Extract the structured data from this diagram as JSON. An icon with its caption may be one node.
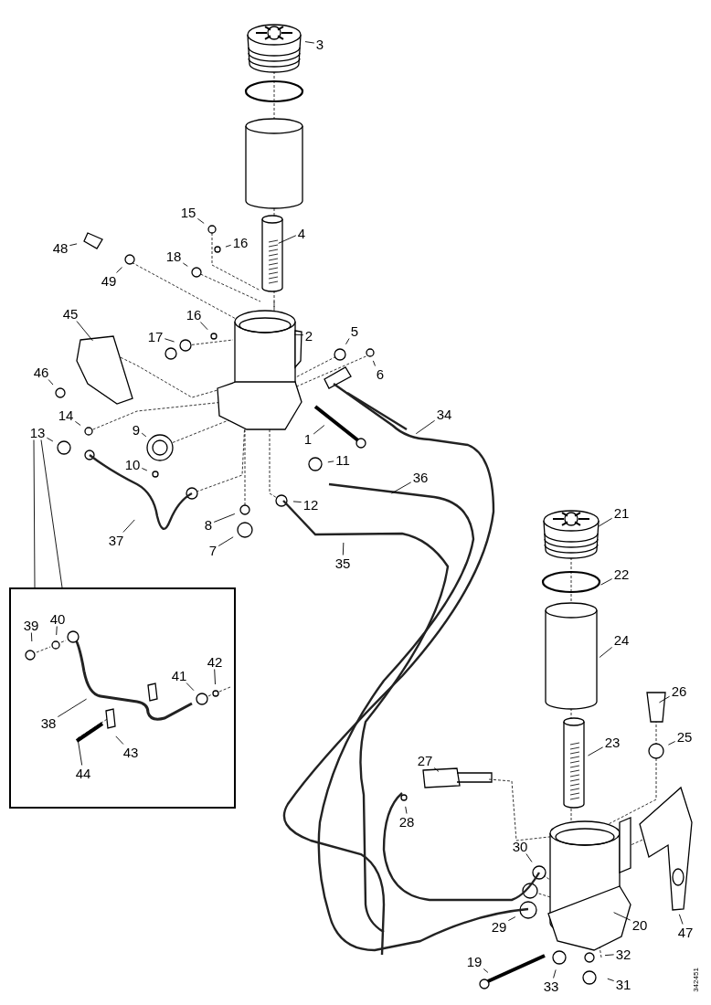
{
  "diagram": {
    "nodes": [
      {
        "text": [
          "3"
        ]
      },
      {
        "text": [
          "4"
        ]
      },
      {
        "text": [
          "15"
        ]
      },
      {
        "text": [
          "16"
        ]
      },
      {
        "text": [
          "48"
        ]
      },
      {
        "text": [
          "18"
        ]
      },
      {
        "text": [
          "49"
        ]
      },
      {
        "text": [
          "45"
        ]
      },
      {
        "text": [
          "16"
        ]
      },
      {
        "text": [
          "17"
        ]
      },
      {
        "text": [
          "2"
        ]
      },
      {
        "text": [
          "5"
        ]
      },
      {
        "text": [
          "6"
        ]
      },
      {
        "text": [
          "46"
        ]
      },
      {
        "text": [
          "14"
        ]
      },
      {
        "text": [
          "13"
        ]
      },
      {
        "text": [
          "9"
        ]
      },
      {
        "text": [
          "1"
        ]
      },
      {
        "text": [
          "10"
        ]
      },
      {
        "text": [
          "11"
        ]
      },
      {
        "text": [
          "34"
        ]
      },
      {
        "text": [
          "12"
        ]
      },
      {
        "text": [
          "36"
        ]
      },
      {
        "text": [
          "8"
        ]
      },
      {
        "text": [
          "37"
        ]
      },
      {
        "text": [
          "7"
        ]
      },
      {
        "text": [
          "35"
        ]
      },
      {
        "text": [
          "21"
        ]
      },
      {
        "text": [
          "22"
        ]
      },
      {
        "text": [],
        "shape": "box"
      },
      {
        "text": [
          "39"
        ],
        "in": 29
      },
      {
        "text": [
          "40"
        ],
        "in": 29
      },
      {
        "text": [
          "24"
        ]
      },
      {
        "text": [
          "42"
        ],
        "in": 29
      },
      {
        "text": [
          "41"
        ],
        "in": 29
      },
      {
        "text": [
          "38"
        ],
        "in": 29
      },
      {
        "text": [
          "43"
        ],
        "in": 29
      },
      {
        "text": [
          "44"
        ],
        "in": 29
      },
      {
        "text": [
          "26"
        ]
      },
      {
        "text": [
          "25"
        ]
      },
      {
        "text": [
          "23"
        ]
      },
      {
        "text": [
          "27"
        ]
      },
      {
        "text": [
          "28"
        ]
      },
      {
        "text": [
          "30"
        ]
      },
      {
        "text": [
          "29"
        ]
      },
      {
        "text": [
          "20"
        ]
      },
      {
        "text": [
          "47"
        ]
      },
      {
        "text": [
          "19"
        ]
      },
      {
        "text": [
          "33"
        ]
      },
      {
        "text": [
          "32"
        ]
      },
      {
        "text": [
          "31"
        ]
      }
    ],
    "edges": [
      {
        "from": 0,
        "to": null,
        "arrow": "none"
      },
      {
        "from": 1,
        "to": null,
        "arrow": "none"
      },
      {
        "from": 2,
        "to": null,
        "arrow": "none"
      },
      {
        "from": 3,
        "to": null,
        "arrow": "none"
      },
      {
        "from": 4,
        "to": null,
        "arrow": "none"
      },
      {
        "from": 5,
        "to": null,
        "arrow": "none"
      },
      {
        "from": 6,
        "to": null,
        "arrow": "none"
      },
      {
        "from": 7,
        "to": null,
        "arrow": "none"
      },
      {
        "from": 8,
        "to": null,
        "arrow": "none"
      },
      {
        "from": 9,
        "to": null,
        "arrow": "none"
      },
      {
        "from": 10,
        "to": null,
        "arrow": "none"
      },
      {
        "from": 11,
        "to": null,
        "arrow": "none"
      },
      {
        "from": 12,
        "to": null,
        "arrow": "none"
      },
      {
        "from": 13,
        "to": null,
        "arrow": "none"
      },
      {
        "from": 14,
        "to": null,
        "arrow": "none"
      },
      {
        "from": 15,
        "to": null,
        "arrow": "none"
      },
      {
        "from": 16,
        "to": null,
        "arrow": "none"
      },
      {
        "from": 17,
        "to": null,
        "arrow": "none"
      },
      {
        "from": 18,
        "to": null,
        "arrow": "none"
      },
      {
        "from": 19,
        "to": null,
        "arrow": "none"
      },
      {
        "from": 20,
        "to": null,
        "arrow": "none"
      },
      {
        "from": 21,
        "to": null,
        "arrow": "none"
      },
      {
        "from": 22,
        "to": null,
        "arrow": "none"
      },
      {
        "from": 23,
        "to": null,
        "arrow": "none"
      },
      {
        "from": 24,
        "to": null,
        "arrow": "none"
      },
      {
        "from": 25,
        "to": null,
        "arrow": "none"
      },
      {
        "from": 26,
        "to": null,
        "arrow": "none"
      },
      {
        "from": 27,
        "to": null,
        "arrow": "none"
      },
      {
        "from": 28,
        "to": null,
        "arrow": "none"
      },
      {
        "from": 30,
        "to": null,
        "arrow": "none"
      },
      {
        "from": 31,
        "to": null,
        "arrow": "none"
      },
      {
        "from": 32,
        "to": null,
        "arrow": "none"
      },
      {
        "from": 33,
        "to": null,
        "arrow": "none"
      },
      {
        "from": 34,
        "to": null,
        "arrow": "none"
      },
      {
        "from": 35,
        "to": null,
        "arrow": "none"
      },
      {
        "from": 36,
        "to": null,
        "arrow": "none"
      },
      {
        "from": 37,
        "to": null,
        "arrow": "none"
      },
      {
        "from": 38,
        "to": null,
        "arrow": "none"
      },
      {
        "from": 39,
        "to": null,
        "arrow": "none"
      },
      {
        "from": 40,
        "to": null,
        "arrow": "none"
      },
      {
        "from": 41,
        "to": null,
        "arrow": "none"
      },
      {
        "from": 42,
        "to": null,
        "arrow": "none"
      },
      {
        "from": 43,
        "to": null,
        "arrow": "none"
      },
      {
        "from": 44,
        "to": null,
        "arrow": "none"
      },
      {
        "from": 45,
        "to": null,
        "arrow": "none"
      },
      {
        "from": 46,
        "to": null,
        "arrow": "none"
      },
      {
        "from": 47,
        "to": null,
        "arrow": "none"
      },
      {
        "from": 48,
        "to": null,
        "arrow": "none"
      },
      {
        "from": 49,
        "to": null,
        "arrow": "none"
      },
      {
        "from": 50,
        "to": null,
        "arrow": "none"
      },
      {
        "from": 15,
        "to": 29,
        "arrow": "none"
      },
      {
        "from": 15,
        "to": 29,
        "arrow": "none"
      }
    ],
    "labels": [
      "342451"
    ]
  }
}
